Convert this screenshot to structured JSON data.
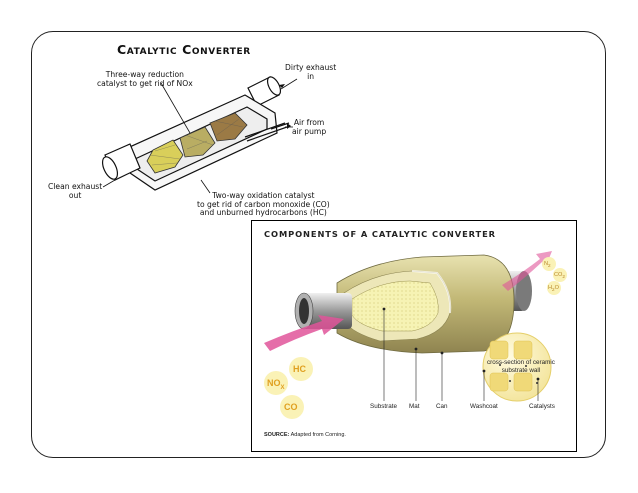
{
  "slide": {
    "title": "Catalytic Converter",
    "labels": {
      "reduction": [
        "Three-way reduction",
        "catalyst to get rid of NOx"
      ],
      "dirty": [
        "Dirty exhaust",
        "in"
      ],
      "air": [
        "Air from",
        "air pump"
      ],
      "clean": [
        "Clean exhaust",
        "out"
      ],
      "oxidation": [
        "Two-way oxidation catalyst",
        "to get rid of carbon monoxide (CO)",
        "and unburned hydrocarbons (HC)"
      ]
    }
  },
  "panel": {
    "title": "COMPONENTS OF A CATALYTIC CONVERTER",
    "inputs": {
      "hc": "HC",
      "no": "NO",
      "no_sub": "X",
      "co": "CO"
    },
    "outputs": {
      "n2": "N",
      "n2_sub": "2",
      "co2": "CO",
      "co2_sub": "2",
      "h2o": "H",
      "h2o_sub": "2",
      "h2o_end": "O"
    },
    "inset_label": [
      "cross-section of ceramic",
      "substrate wall"
    ],
    "components": [
      "Substrate",
      "Mat",
      "Can",
      "Washcoat",
      "Catalysts"
    ],
    "source_label": "SOURCE:",
    "source_text": "Adapted from Corning."
  },
  "colors": {
    "can": "#c9c08a",
    "substrate": "#f4f1a8",
    "arrow": "#e0559a",
    "bubble": "#faf2b6",
    "bubble_text": "#e0a020"
  }
}
